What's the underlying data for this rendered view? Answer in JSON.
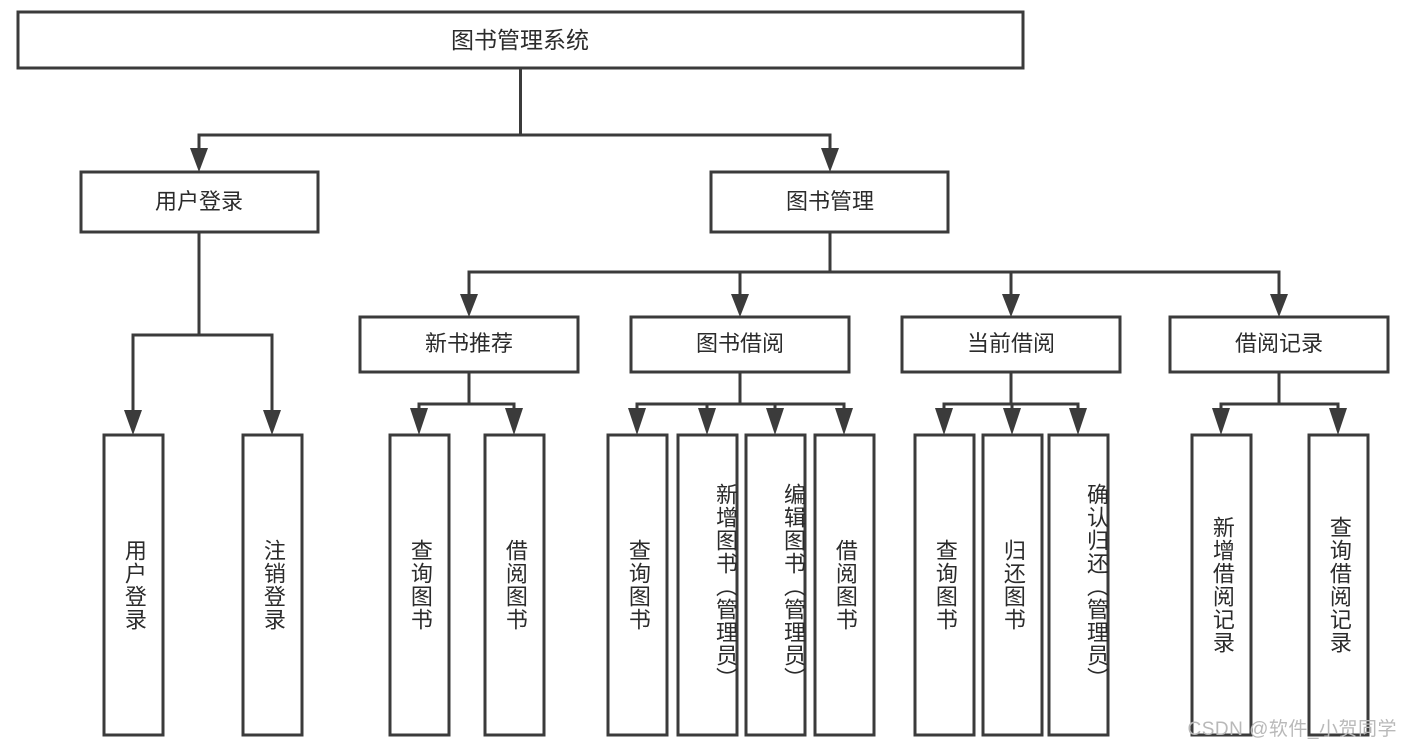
{
  "diagram": {
    "type": "tree",
    "title": "图书管理系统",
    "root": {
      "id": "root",
      "label": "图书管理系统",
      "orientation": "horizontal"
    },
    "level1": [
      {
        "id": "user-login",
        "label": "用户登录",
        "orientation": "horizontal"
      },
      {
        "id": "book-manage",
        "label": "图书管理",
        "orientation": "horizontal"
      }
    ],
    "level2": [
      {
        "id": "new-book-recommend",
        "label": "新书推荐",
        "parent": "book-manage",
        "orientation": "horizontal"
      },
      {
        "id": "book-borrow",
        "label": "图书借阅",
        "parent": "book-manage",
        "orientation": "horizontal"
      },
      {
        "id": "current-borrow",
        "label": "当前借阅",
        "parent": "book-manage",
        "orientation": "horizontal"
      },
      {
        "id": "borrow-record",
        "label": "借阅记录",
        "parent": "book-manage",
        "orientation": "horizontal"
      }
    ],
    "leaves": [
      {
        "id": "leaf-user-login",
        "label": "用户登录",
        "parent": "user-login",
        "orientation": "vertical"
      },
      {
        "id": "leaf-user-logout",
        "label": "注销登录",
        "parent": "user-login",
        "orientation": "vertical"
      },
      {
        "id": "leaf-query-book-1",
        "label": "查询图书",
        "parent": "new-book-recommend",
        "orientation": "vertical"
      },
      {
        "id": "leaf-borrow-book-1",
        "label": "借阅图书",
        "parent": "new-book-recommend",
        "orientation": "vertical"
      },
      {
        "id": "leaf-query-book-2",
        "label": "查询图书",
        "parent": "book-borrow",
        "orientation": "vertical"
      },
      {
        "id": "leaf-add-book",
        "label": "新增图书（管理员）",
        "parent": "book-borrow",
        "orientation": "vertical"
      },
      {
        "id": "leaf-edit-book",
        "label": "编辑图书（管理员）",
        "parent": "book-borrow",
        "orientation": "vertical"
      },
      {
        "id": "leaf-borrow-book-2",
        "label": "借阅图书",
        "parent": "book-borrow",
        "orientation": "vertical"
      },
      {
        "id": "leaf-query-book-3",
        "label": "查询图书",
        "parent": "current-borrow",
        "orientation": "vertical"
      },
      {
        "id": "leaf-return-book",
        "label": "归还图书",
        "parent": "current-borrow",
        "orientation": "vertical"
      },
      {
        "id": "leaf-confirm-return",
        "label": "确认归还（管理员）",
        "parent": "current-borrow",
        "orientation": "vertical"
      },
      {
        "id": "leaf-add-record",
        "label": "新增借阅记录",
        "parent": "borrow-record",
        "orientation": "vertical"
      },
      {
        "id": "leaf-query-record",
        "label": "查询借阅记录",
        "parent": "borrow-record",
        "orientation": "vertical"
      }
    ],
    "colors": {
      "stroke": "#3b3b3b",
      "fill": "#ffffff",
      "text": "#2b2b2b",
      "watermark": "#b9b9b9",
      "background": "#ffffff"
    }
  },
  "watermark": {
    "text": "CSDN @软件_小贺同学"
  }
}
